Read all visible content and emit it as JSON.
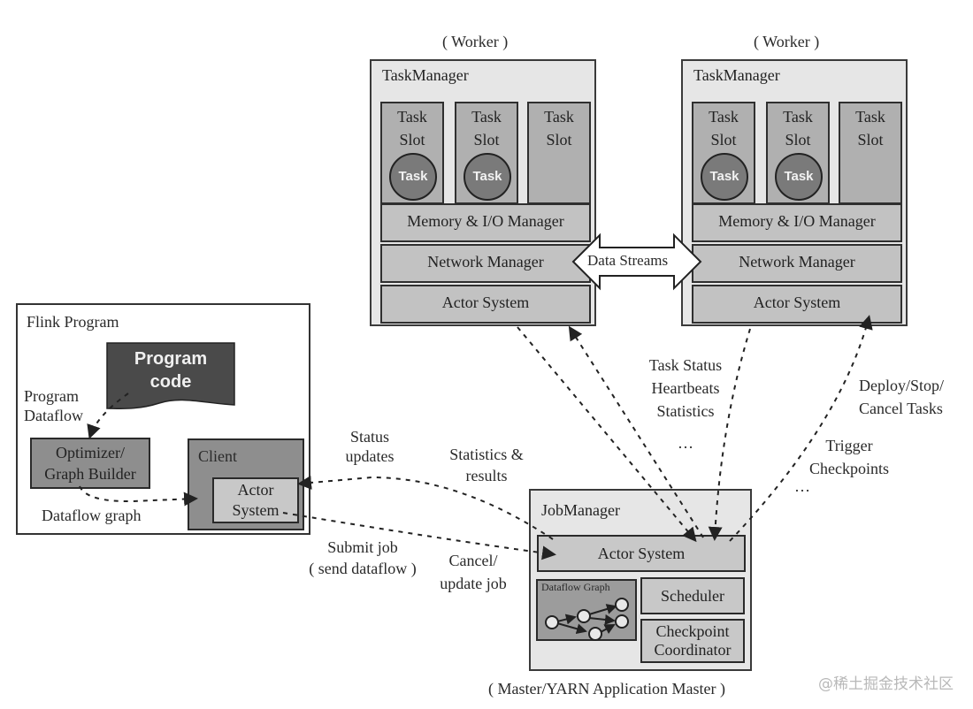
{
  "workers": [
    {
      "caption": "( Worker )",
      "title": "TaskManager",
      "slots": [
        {
          "label_line1": "Task",
          "label_line2": "Slot",
          "task": "Task"
        },
        {
          "label_line1": "Task",
          "label_line2": "Slot",
          "task": "Task"
        },
        {
          "label_line1": "Task",
          "label_line2": "Slot",
          "task": null
        }
      ],
      "memory_io": "Memory & I/O Manager",
      "network": "Network Manager",
      "actor_system": "Actor System"
    },
    {
      "caption": "( Worker )",
      "title": "TaskManager",
      "slots": [
        {
          "label_line1": "Task",
          "label_line2": "Slot",
          "task": "Task"
        },
        {
          "label_line1": "Task",
          "label_line2": "Slot",
          "task": "Task"
        },
        {
          "label_line1": "Task",
          "label_line2": "Slot",
          "task": null
        }
      ],
      "memory_io": "Memory & I/O Manager",
      "network": "Network Manager",
      "actor_system": "Actor System"
    }
  ],
  "data_streams": "Data Streams",
  "flink_program": {
    "title": "Flink Program",
    "program_code_line1": "Program",
    "program_code_line2": "code",
    "program_dataflow_line1": "Program",
    "program_dataflow_line2": "Dataflow",
    "optimizer_line1": "Optimizer/",
    "optimizer_line2": "Graph Builder",
    "dataflow_graph_label": "Dataflow graph",
    "client_title": "Client",
    "client_actor_line1": "Actor",
    "client_actor_line2": "System"
  },
  "edge_labels": {
    "status_updates_line1": "Status",
    "status_updates_line2": "updates",
    "statistics_results_line1": "Statistics &",
    "statistics_results_line2": "results",
    "submit_job_line1": "Submit job",
    "submit_job_line2": "( send dataflow )",
    "cancel_update_line1": "Cancel/",
    "cancel_update_line2": "update job",
    "task_status_line1": "Task Status",
    "task_status_line2": "Heartbeats",
    "task_status_line3": "Statistics",
    "task_status_ellipsis": "…",
    "deploy_line1": "Deploy/Stop/",
    "deploy_line2": "Cancel Tasks",
    "trigger_line1": "Trigger",
    "trigger_line2": "Checkpoints",
    "trigger_ellipsis": "…"
  },
  "job_manager": {
    "title": "JobManager",
    "actor_system": "Actor System",
    "dataflow_graph": "Dataflow Graph",
    "scheduler": "Scheduler",
    "checkpoint_line1": "Checkpoint",
    "checkpoint_line2": "Coordinator",
    "caption": "( Master/YARN Application Master )"
  },
  "watermark": "@稀土掘金技术社区"
}
